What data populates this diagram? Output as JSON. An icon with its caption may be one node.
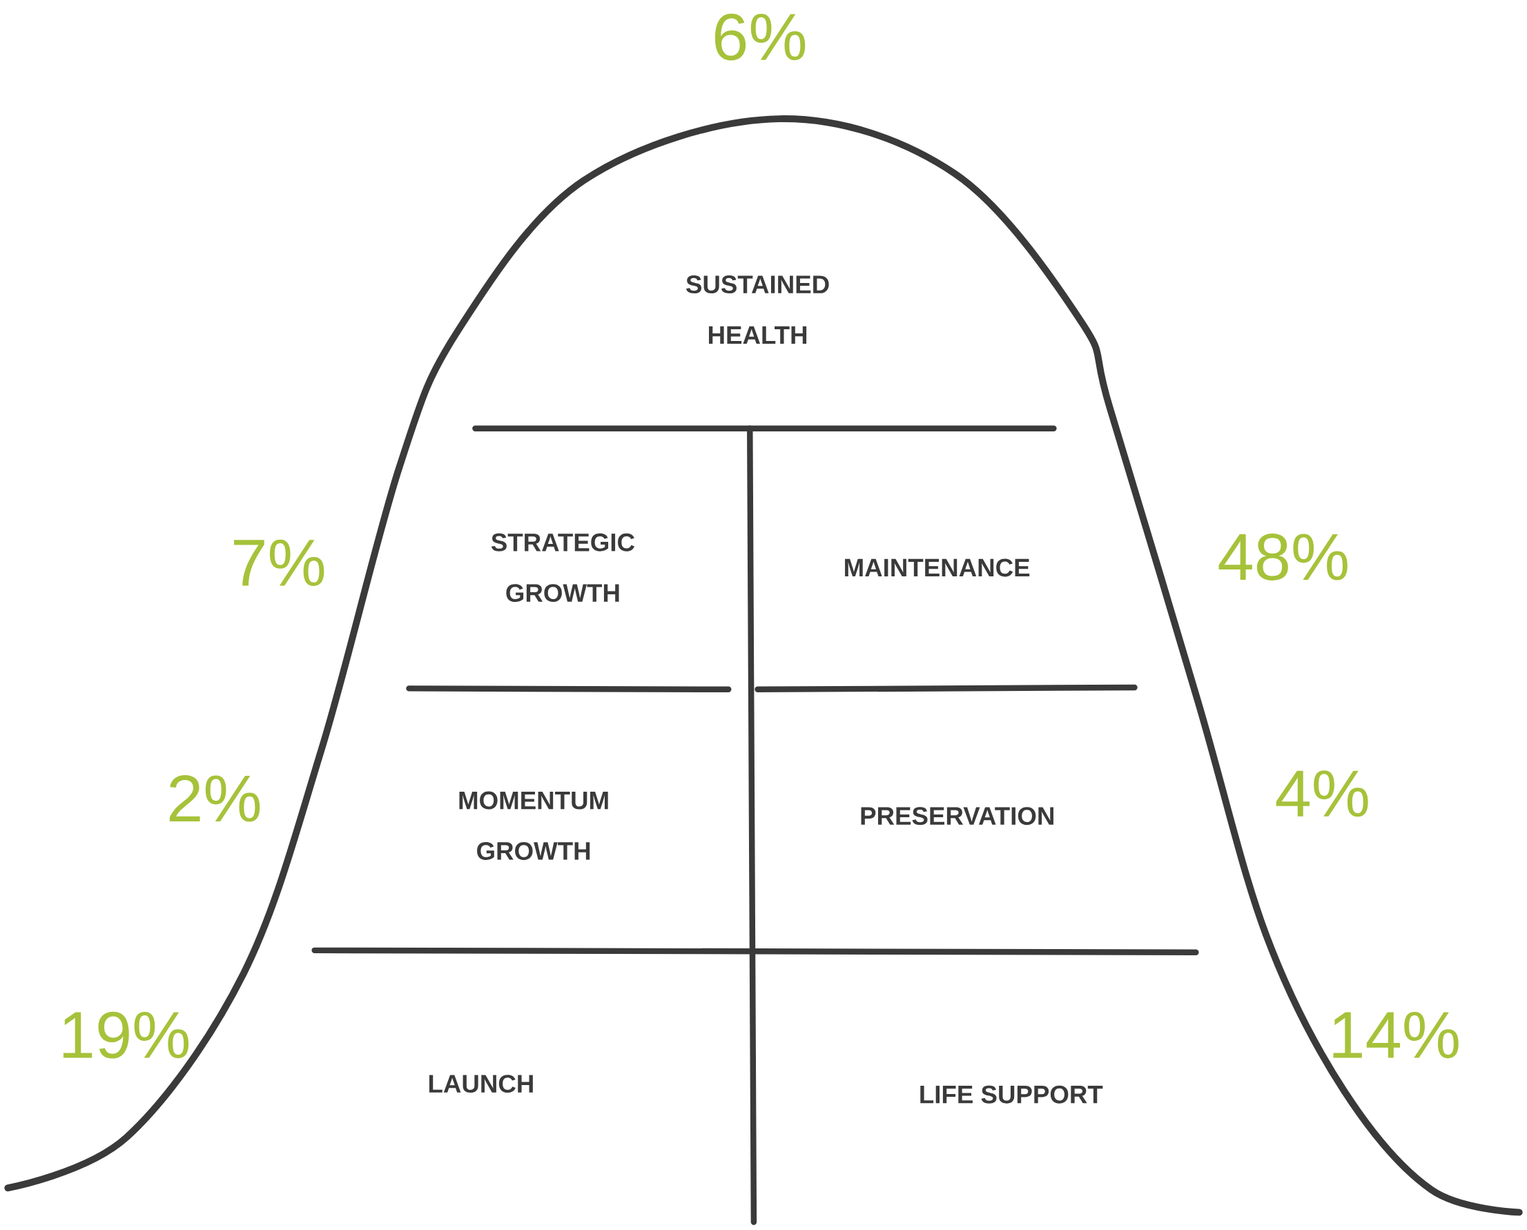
{
  "diagram": {
    "labels": [
      "6%",
      "SUSTAINED HEALTH",
      "7%",
      "STRATEGIC GROWTH",
      "MAINTENANCE",
      "48%",
      "2%",
      "MOMENTUM GROWTH",
      "PRESERVATION",
      "4%",
      "19%",
      "LAUNCH",
      "LIFE SUPPORT",
      "14%"
    ]
  }
}
